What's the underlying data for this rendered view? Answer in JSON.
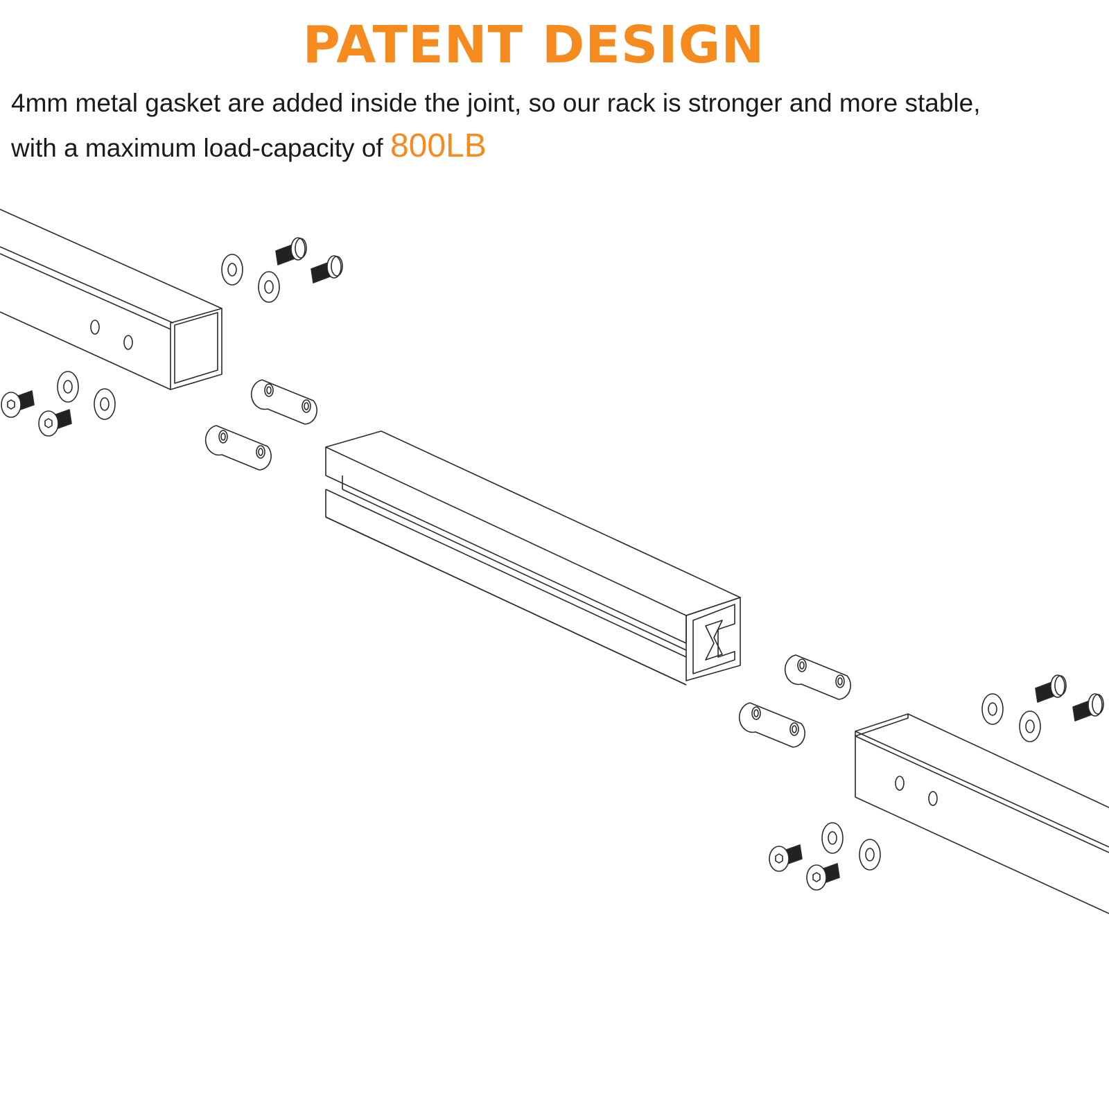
{
  "header": {
    "title": "PATENT DESIGN",
    "line1": "4mm metal gasket are added inside the joint, so our rack is stronger and more stable,",
    "line2_prefix": "with a maximum load-capacity of ",
    "line2_highlight": "800LB"
  },
  "colors": {
    "accent": "#f58a1f",
    "text": "#1a1a1a",
    "line": "#2a2a2a",
    "background": "#ffffff"
  }
}
